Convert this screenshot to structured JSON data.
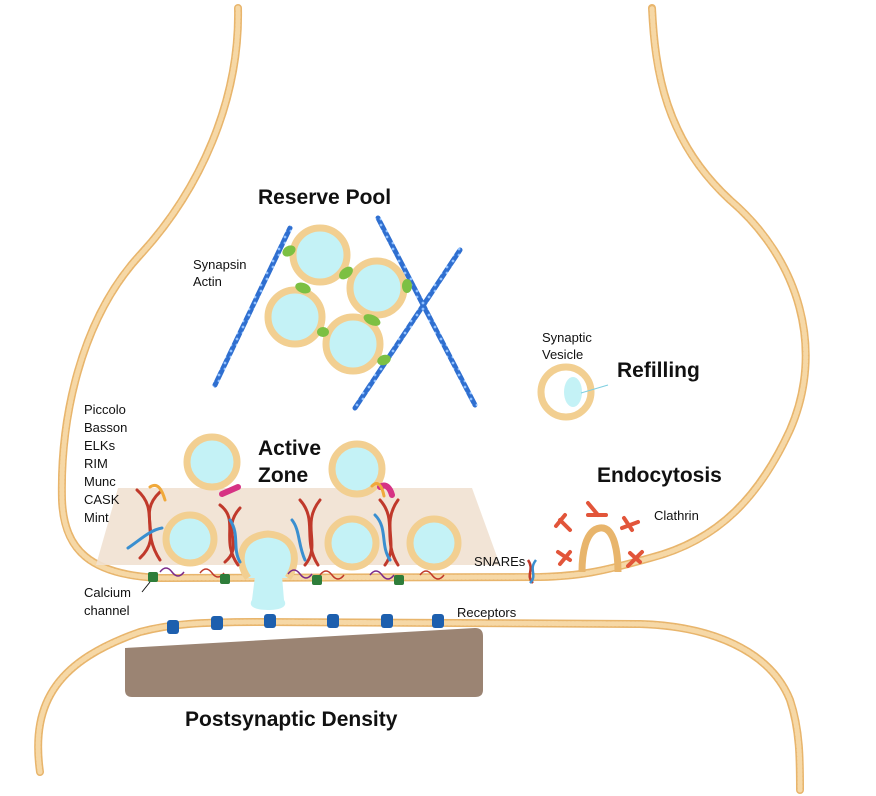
{
  "diagram": {
    "titles": {
      "reserve_pool": "Reserve Pool",
      "active_zone_line1": "Active",
      "active_zone_line2": "Zone",
      "refilling": "Refilling",
      "endocytosis": "Endocytosis",
      "postsynaptic_density": "Postsynaptic Density"
    },
    "labels": {
      "synapsin": "Synapsin",
      "actin": "Actin",
      "synaptic_vesicle_line1": "Synaptic",
      "synaptic_vesicle_line2": "Vesicle",
      "active_zone_proteins": [
        "Piccolo",
        "Basson",
        "ELKs",
        "RIM",
        "Munc",
        "CASK",
        "Mint"
      ],
      "clathrin": "Clathrin",
      "snares": "SNAREs",
      "calcium_channel_line1": "Calcium",
      "calcium_channel_line2": "channel",
      "receptors": "Receptors"
    },
    "colors": {
      "membrane": "#f6d8a6",
      "membrane_outline": "#e8b56c",
      "vesicle_lumen": "#c4f2f6",
      "actin": "#2f6fd0",
      "synapsin": "#7cc043",
      "active_zone_matrix": "#f1e1d2",
      "postsynaptic_density": "#9b8473",
      "clathrin": "#e2553a",
      "calcium_channel": "#2e7d3a",
      "receptor": "#1d5fae",
      "protein_red": "#c0392b",
      "protein_blue": "#3a8fd0",
      "protein_orange": "#f0a93b",
      "protein_pink": "#d63384"
    }
  }
}
